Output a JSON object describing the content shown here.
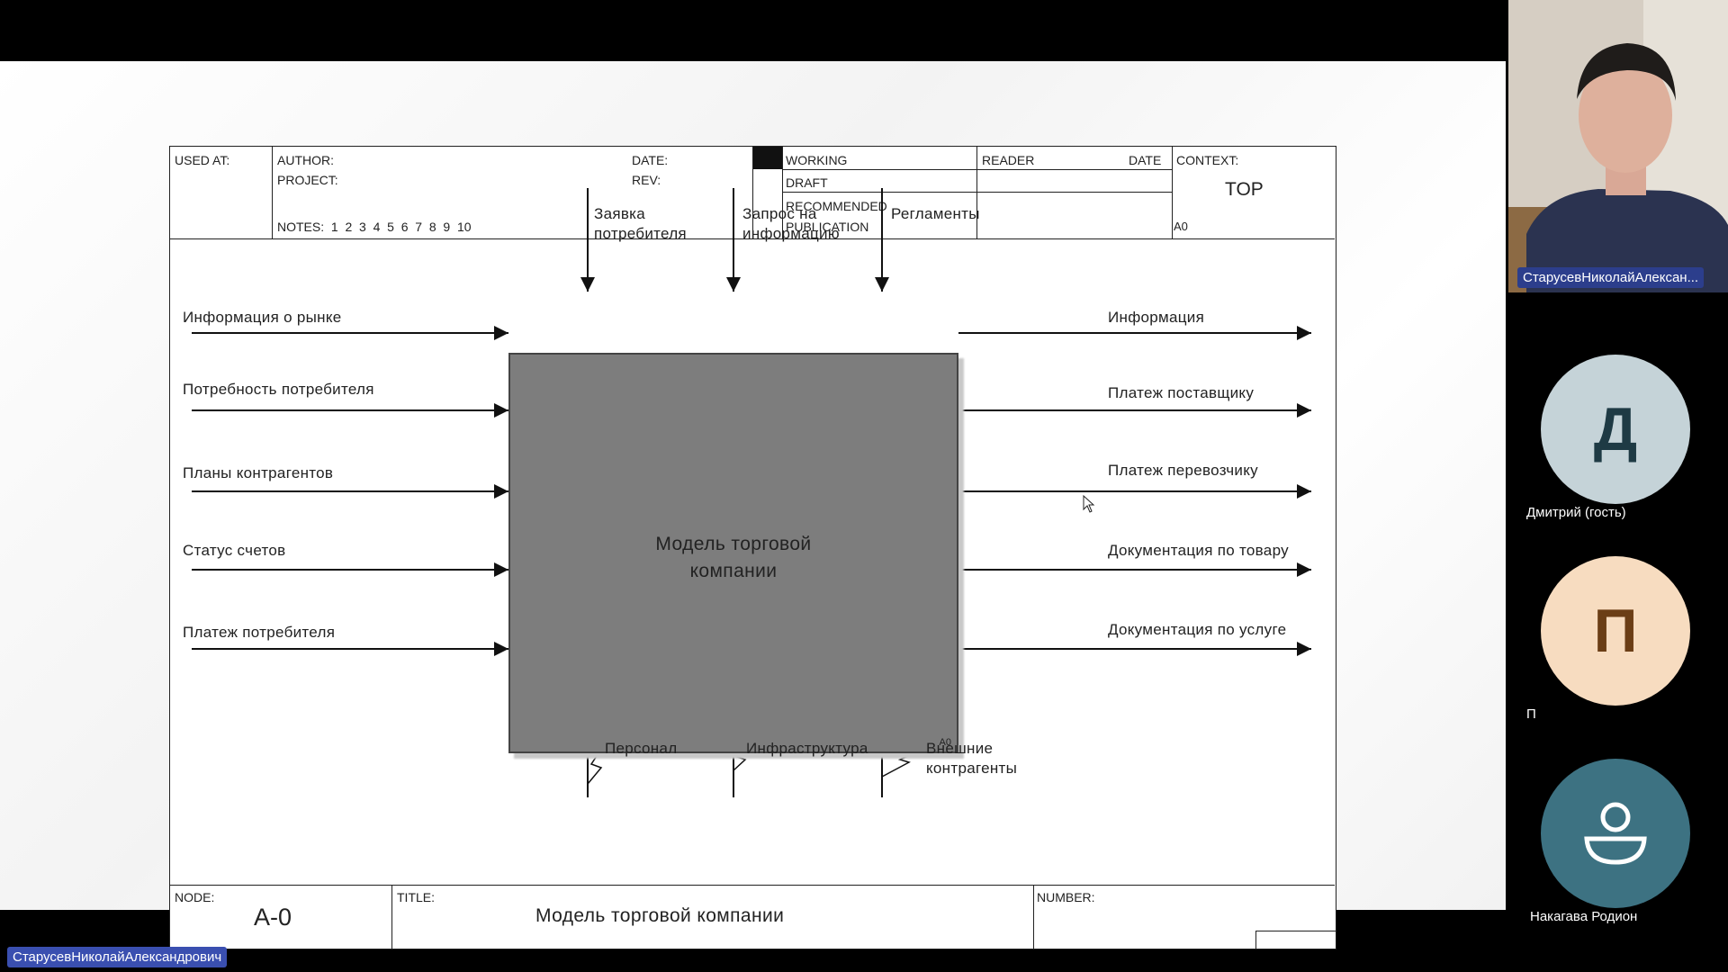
{
  "header": {
    "used_at": "USED AT:",
    "author": "AUTHOR:",
    "project": "PROJECT:",
    "notes": "NOTES:  1  2  3  4  5  6  7  8  9  10",
    "date": "DATE:",
    "rev": "REV:",
    "working": "WORKING",
    "draft": "DRAFT",
    "recommended": "RECOMMENDED",
    "publication": "PUBLICATION",
    "reader": "READER",
    "reader_date": "DATE",
    "context": "CONTEXT:",
    "context_value": "TOP",
    "context_code": "A0"
  },
  "diagram": {
    "box_title": "Модель торговой\nкомпании",
    "box_code": "A0",
    "controls": [
      "Заявка\nпотребителя",
      "Запрос на\nинформацию",
      "Регламенты"
    ],
    "inputs": [
      "Информация о рынке",
      "Потребность потребителя",
      "Планы контрагентов",
      "Статус счетов",
      "Платеж потребителя"
    ],
    "outputs": [
      "Информация",
      "Платеж поставщику",
      "Платеж перевозчику",
      "Документация по товару",
      "Документация по услуге"
    ],
    "mechanisms": [
      "Персонал",
      "Инфраструктура",
      "Внешние\nконтрагенты"
    ]
  },
  "footer": {
    "node_label": "NODE:",
    "node_value": "A-0",
    "title_label": "TITLE:",
    "title_value": "Модель торговой компании",
    "number_label": "NUMBER:"
  },
  "participants": {
    "video_name": "СтарусевНиколайАлексан...",
    "list": [
      {
        "initial": "Д",
        "name": "Дмитрий (гость)",
        "bg": "#c5d3d8",
        "fg": "#1e3a44"
      },
      {
        "initial": "П",
        "name": "П",
        "bg": "#f7dcc0",
        "fg": "#6b3e16"
      },
      {
        "initial": "",
        "name": "Накагава Родион",
        "bg": "#3d7282",
        "fg": "#ffffff",
        "icon": "user-icon"
      }
    ]
  },
  "speaker_badge": "СтарусевНиколайАлександрович"
}
